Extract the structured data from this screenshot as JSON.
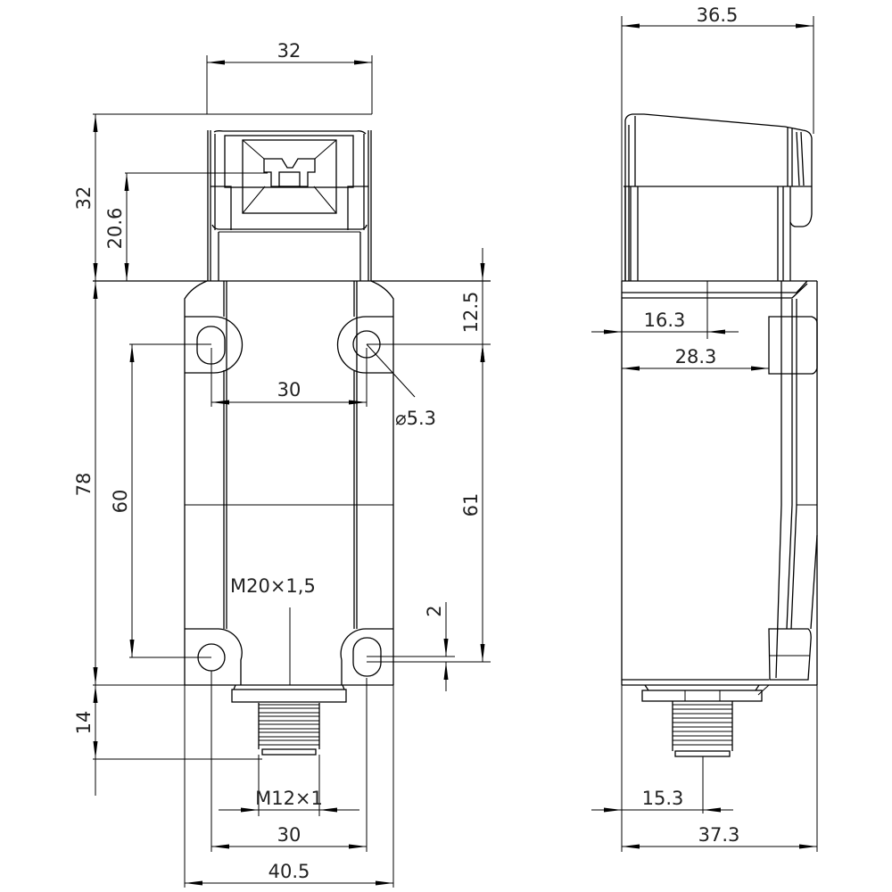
{
  "drawing": {
    "type": "technical dimension drawing",
    "subject": "safety switch housing with M12 connector",
    "units": "mm",
    "front_view": {
      "dimensions": {
        "head_width": "32",
        "head_height": "32",
        "actuator_slot_height": "20.6",
        "body_height": "78",
        "top_hole_offset": "12.5",
        "hole_spacing_top": "30",
        "hole_diameter": "⌀5.3",
        "hole_vertical_spacing_left": "60",
        "hole_vertical_spacing_right": "61",
        "slot_offset": "2",
        "conduit_thread": "M20×1,5",
        "connector_height": "14",
        "connector_thread": "M12×1",
        "hole_spacing_bottom": "30",
        "body_width": "40.5"
      }
    },
    "side_view": {
      "dimensions": {
        "head_depth": "36.5",
        "center_offset_top": "16.3",
        "body_depth_to_step": "28.3",
        "connector_center_offset": "15.3",
        "overall_depth": "37.3"
      }
    }
  }
}
